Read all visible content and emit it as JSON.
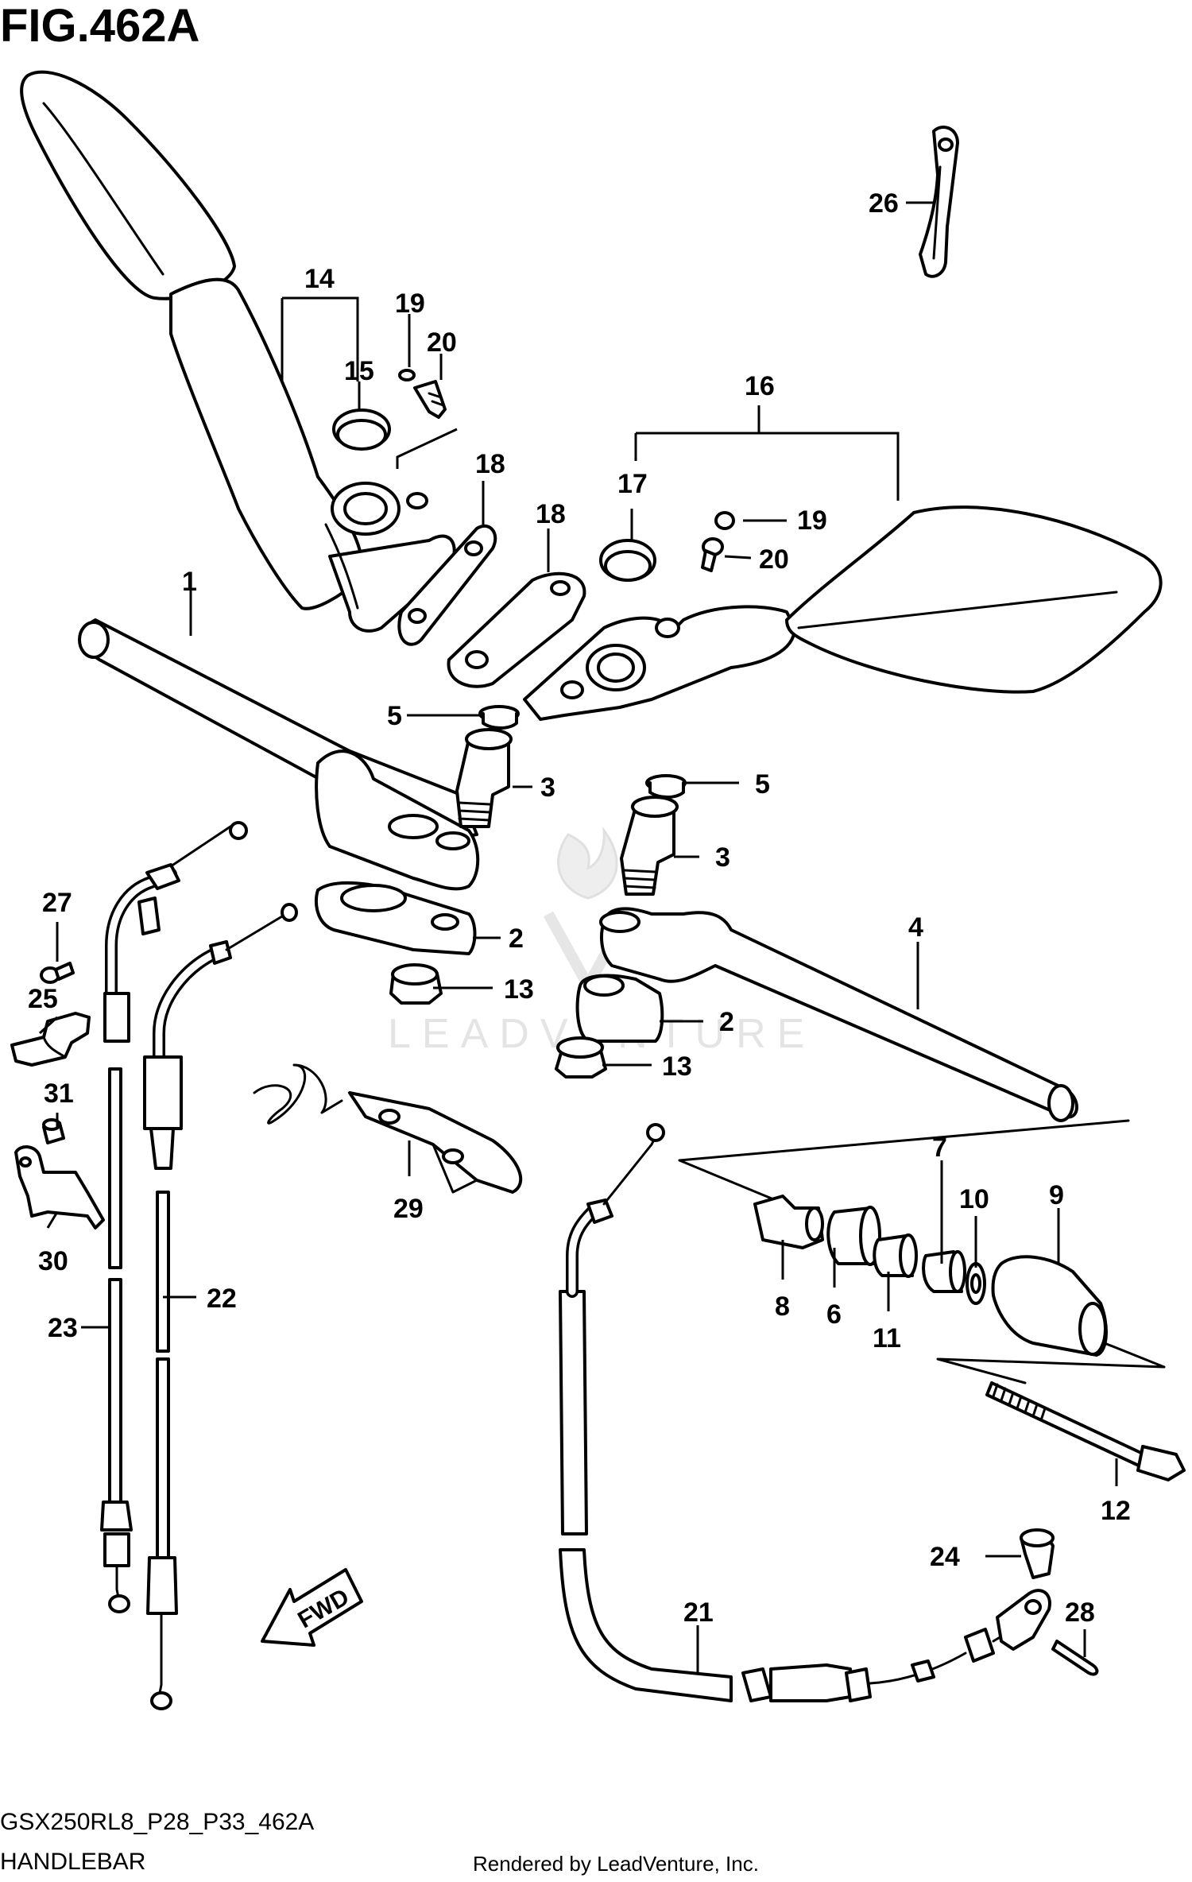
{
  "figure": {
    "title": "FIG.462A",
    "code": "GSX250RL8_P28_P33_462A",
    "name": "HANDLEBAR",
    "credit": "Rendered by LeadVenture, Inc.",
    "watermark": "LEADVENTURE"
  },
  "direction_arrow": {
    "label": "FWD",
    "icon": "fwd-arrow-icon"
  },
  "callouts": {
    "c1": "1",
    "c2a": "2",
    "c2b": "2",
    "c3a": "3",
    "c3b": "3",
    "c4": "4",
    "c5a": "5",
    "c5b": "5",
    "c6": "6",
    "c7": "7",
    "c8": "8",
    "c9": "9",
    "c10": "10",
    "c11": "11",
    "c12": "12",
    "c13a": "13",
    "c13b": "13",
    "c14": "14",
    "c15": "15",
    "c16": "16",
    "c17": "17",
    "c18a": "18",
    "c18b": "18",
    "c19a": "19",
    "c19b": "19",
    "c20a": "20",
    "c20b": "20",
    "c21": "21",
    "c22": "22",
    "c23": "23",
    "c24": "24",
    "c25": "25",
    "c26": "26",
    "c27": "27",
    "c28": "28",
    "c29": "29",
    "c30": "30",
    "c31": "31"
  },
  "colors": {
    "line": "#000000",
    "background": "#ffffff",
    "watermark": "#e4e4e4"
  }
}
